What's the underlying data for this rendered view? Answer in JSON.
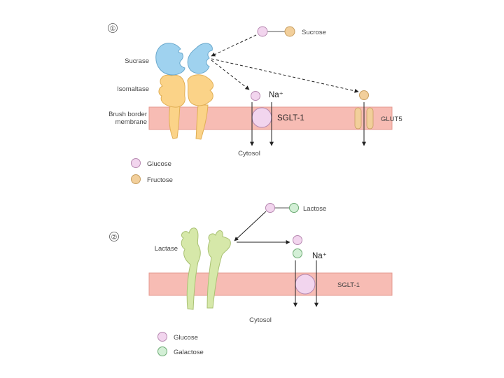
{
  "panel1": {
    "number": "①",
    "sucrose_label": "Sucrose",
    "sucrase_label": "Sucrase",
    "isomaltase_label": "Isomaltase",
    "membrane_label_line1": "Brush border",
    "membrane_label_line2": "membrane",
    "na_label": "Na⁺",
    "sglt_label": "SGLT-1",
    "glut_label": "GLUT5",
    "cytosol_label": "Cytosol",
    "legend": [
      {
        "label": "Glucose",
        "color": "#f2d5ee"
      },
      {
        "label": "Fructose",
        "color": "#f2cf9b"
      }
    ]
  },
  "panel2": {
    "number": "②",
    "lactose_label": "Lactose",
    "lactase_label": "Lactase",
    "na_label": "Na⁺",
    "sglt_label": "SGLT-1",
    "cytosol_label": "Cytosol",
    "legend": [
      {
        "label": "Glucose",
        "color": "#f2d5ee"
      },
      {
        "label": "Galactose",
        "color": "#d3efd6"
      }
    ]
  },
  "colors": {
    "membrane": "#f7bcb4",
    "membrane_edge": "#e69a90",
    "glucose": "#f2d5ee",
    "glucose_edge": "#b688b0",
    "fructose": "#f2cf9b",
    "fructose_edge": "#c79e60",
    "galactose": "#d3efd6",
    "galactose_edge": "#6cab73",
    "sucrase": "#9fd2ef",
    "sucrase_edge": "#6aa8cc",
    "isomaltase": "#fbd388",
    "isomaltase_edge": "#e0ae55",
    "lactase": "#d6e8a9",
    "lactase_edge": "#a9c173"
  }
}
